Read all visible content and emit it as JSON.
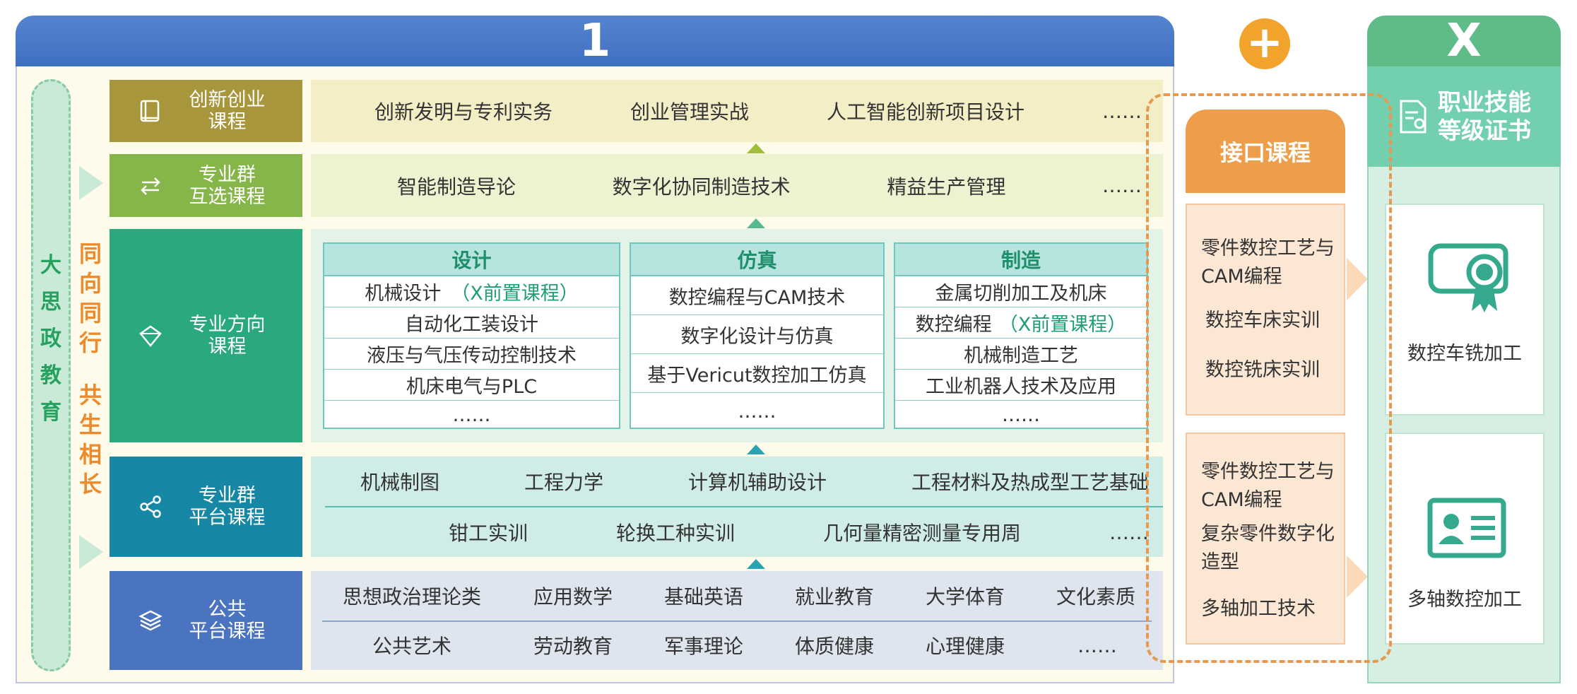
{
  "main_header": "1",
  "plus_symbol": "+",
  "cert_header": "X",
  "ideology": [
    "大",
    "思",
    "政",
    "教",
    "育"
  ],
  "slogan_1": [
    "同",
    "向",
    "同",
    "行"
  ],
  "slogan_2": [
    "共",
    "生",
    "相",
    "长"
  ],
  "categories": {
    "innovation": [
      "创新创业",
      "课程"
    ],
    "elective": [
      "专业群",
      "互选课程"
    ],
    "direction": [
      "专业方向",
      "课程"
    ],
    "platform": [
      "专业群",
      "平台课程"
    ],
    "public": [
      "公共",
      "平台课程"
    ]
  },
  "innovation_courses": [
    "创新发明与专利实务",
    "创业管理实战",
    "人工智能创新项目设计",
    "……"
  ],
  "elective_courses": [
    "智能制造导论",
    "数字化协同制造技术",
    "精益生产管理",
    "……"
  ],
  "direction_tables": [
    {
      "head": "设计",
      "rows": [
        {
          "text": "机械设计",
          "tag": "（X前置课程）"
        },
        {
          "text": "自动化工装设计",
          "tag": ""
        },
        {
          "text": "液压与气压传动控制技术",
          "tag": ""
        },
        {
          "text": "机床电气与PLC",
          "tag": ""
        },
        {
          "text": "……",
          "tag": ""
        }
      ]
    },
    {
      "head": "仿真",
      "rows": [
        {
          "text": "数控编程与CAM技术",
          "tag": ""
        },
        {
          "text": "数字化设计与仿真",
          "tag": ""
        },
        {
          "text": "基于Vericut数控加工仿真",
          "tag": ""
        },
        {
          "text": "……",
          "tag": ""
        }
      ]
    },
    {
      "head": "制造",
      "rows": [
        {
          "text": "金属切削加工及机床",
          "tag": ""
        },
        {
          "text": "数控编程",
          "tag": "（X前置课程）"
        },
        {
          "text": "机械制造工艺",
          "tag": ""
        },
        {
          "text": "工业机器人技术及应用",
          "tag": ""
        },
        {
          "text": "……",
          "tag": ""
        }
      ]
    }
  ],
  "platform_row1": [
    "机械制图",
    "工程力学",
    "计算机辅助设计",
    "工程材料及热成型工艺基础"
  ],
  "platform_row2": [
    "钳工实训",
    "轮换工种实训",
    "几何量精密测量专用周",
    "……"
  ],
  "public_row1": [
    "思想政治理论类",
    "应用数学",
    "基础英语",
    "就业教育",
    "大学体育",
    "文化素质"
  ],
  "public_row2": [
    "公共艺术",
    "劳动教育",
    "军事理论",
    "体质健康",
    "心理健康",
    "……"
  ],
  "interface": {
    "title": "接口课程",
    "box1": [
      "零件数控工艺与",
      "CAM编程",
      "数控车床实训",
      "数控铣床实训"
    ],
    "box2": [
      "零件数控工艺与",
      "CAM编程",
      "复杂零件数字化",
      "造型",
      "多轴加工技术"
    ]
  },
  "certificate": {
    "title": [
      "职业技能",
      "等级证书"
    ],
    "item1": "数控车铣加工",
    "item2": "多轴数控加工"
  },
  "colors": {
    "header_blue": "#4a7bc8",
    "innovation": "#a8963c",
    "elective": "#86b54a",
    "direction": "#2aaa7c",
    "platform": "#1787a6",
    "public": "#4a74c0",
    "interface_orange": "#ee9d48",
    "cert_green": "#5fbc88"
  }
}
